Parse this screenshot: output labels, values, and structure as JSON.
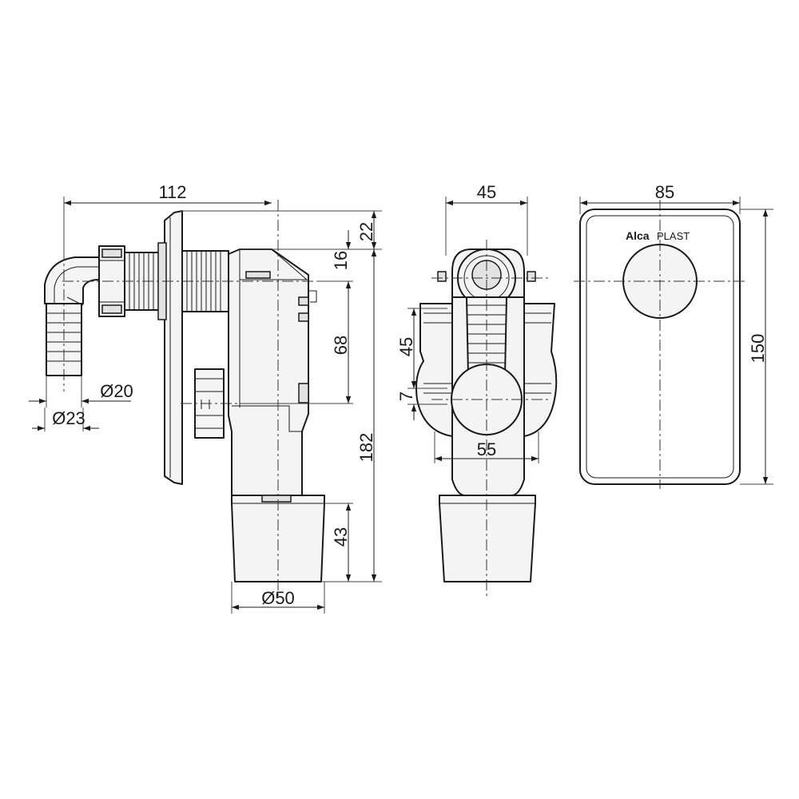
{
  "side_view": {
    "dimensions": {
      "width_total": "112",
      "top_offset": "22",
      "cap_height": "16",
      "inlet_to_cap": "68",
      "total_height": "182",
      "outlet_height": "43",
      "outlet_diameter": "Ø50",
      "hose_inner_diameter": "Ø20",
      "hose_outer_diameter": "Ø23"
    }
  },
  "front_view": {
    "dimensions": {
      "width": "45",
      "hose_height": "45",
      "gap": "7",
      "fixing_span": "55"
    }
  },
  "cover_plate": {
    "dimensions": {
      "width": "85",
      "height": "150"
    },
    "brand_bold": "Alca",
    "brand_light": "PLAST"
  }
}
